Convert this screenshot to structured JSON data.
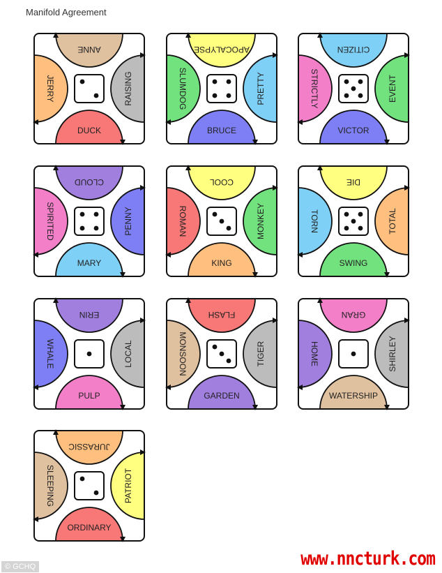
{
  "title": "Manifold Agreement",
  "credit": "© GCHQ",
  "watermark": "www.nncturk.com",
  "colors": {
    "tan": "#dfc09f",
    "gray": "#bcbcbc",
    "red": "#f87777",
    "orange": "#ffbf7f",
    "yellow": "#ffff80",
    "lightblue": "#7fd0f7",
    "blue": "#7f7ff5",
    "green": "#72e27f",
    "pink": "#f27fc8",
    "purple": "#a07fdf"
  },
  "tiles": [
    {
      "die": 2,
      "top": {
        "word": "ANNE",
        "color": "tan"
      },
      "right": {
        "word": "RAISING",
        "color": "gray"
      },
      "bottom": {
        "word": "DUCK",
        "color": "red"
      },
      "left": {
        "word": "JERRY",
        "color": "orange"
      }
    },
    {
      "die": 4,
      "top": {
        "word": "APOCALYPSE",
        "color": "yellow"
      },
      "right": {
        "word": "PRETTY",
        "color": "lightblue"
      },
      "bottom": {
        "word": "BRUCE",
        "color": "blue"
      },
      "left": {
        "word": "SLUMDOG",
        "color": "green"
      }
    },
    {
      "die": 5,
      "top": {
        "word": "CITIZEN",
        "color": "lightblue"
      },
      "right": {
        "word": "EVENT",
        "color": "green"
      },
      "bottom": {
        "word": "VICTOR",
        "color": "blue"
      },
      "left": {
        "word": "STRICTLY",
        "color": "pink"
      }
    },
    {
      "die": 4,
      "top": {
        "word": "CLOUD",
        "color": "purple"
      },
      "right": {
        "word": "PENNY",
        "color": "blue"
      },
      "bottom": {
        "word": "MARY",
        "color": "lightblue"
      },
      "left": {
        "word": "SPIRITED",
        "color": "pink"
      }
    },
    {
      "die": 3,
      "top": {
        "word": "COOL",
        "color": "yellow"
      },
      "right": {
        "word": "MONKEY",
        "color": "green"
      },
      "bottom": {
        "word": "KING",
        "color": "orange"
      },
      "left": {
        "word": "ROMAN",
        "color": "red"
      }
    },
    {
      "die": 5,
      "top": {
        "word": "DIE",
        "color": "yellow"
      },
      "right": {
        "word": "TOTAL",
        "color": "orange"
      },
      "bottom": {
        "word": "SWING",
        "color": "green"
      },
      "left": {
        "word": "TORN",
        "color": "lightblue"
      }
    },
    {
      "die": 1,
      "top": {
        "word": "ERIN",
        "color": "purple"
      },
      "right": {
        "word": "LOCAL",
        "color": "gray"
      },
      "bottom": {
        "word": "PULP",
        "color": "pink"
      },
      "left": {
        "word": "WHALE",
        "color": "blue"
      }
    },
    {
      "die": 3,
      "top": {
        "word": "FLASH",
        "color": "red"
      },
      "right": {
        "word": "TIGER",
        "color": "gray"
      },
      "bottom": {
        "word": "GARDEN",
        "color": "purple"
      },
      "left": {
        "word": "MONSOON",
        "color": "tan"
      }
    },
    {
      "die": 1,
      "top": {
        "word": "GRAN",
        "color": "pink"
      },
      "right": {
        "word": "SHIRLEY",
        "color": "gray"
      },
      "bottom": {
        "word": "WATERSHIP",
        "color": "tan"
      },
      "left": {
        "word": "HOME",
        "color": "purple"
      }
    },
    {
      "die": 2,
      "top": {
        "word": "JURASSIC",
        "color": "orange"
      },
      "right": {
        "word": "PATRIOT",
        "color": "yellow"
      },
      "bottom": {
        "word": "ORDINARY",
        "color": "red"
      },
      "left": {
        "word": "SLEEPING",
        "color": "tan"
      }
    }
  ]
}
